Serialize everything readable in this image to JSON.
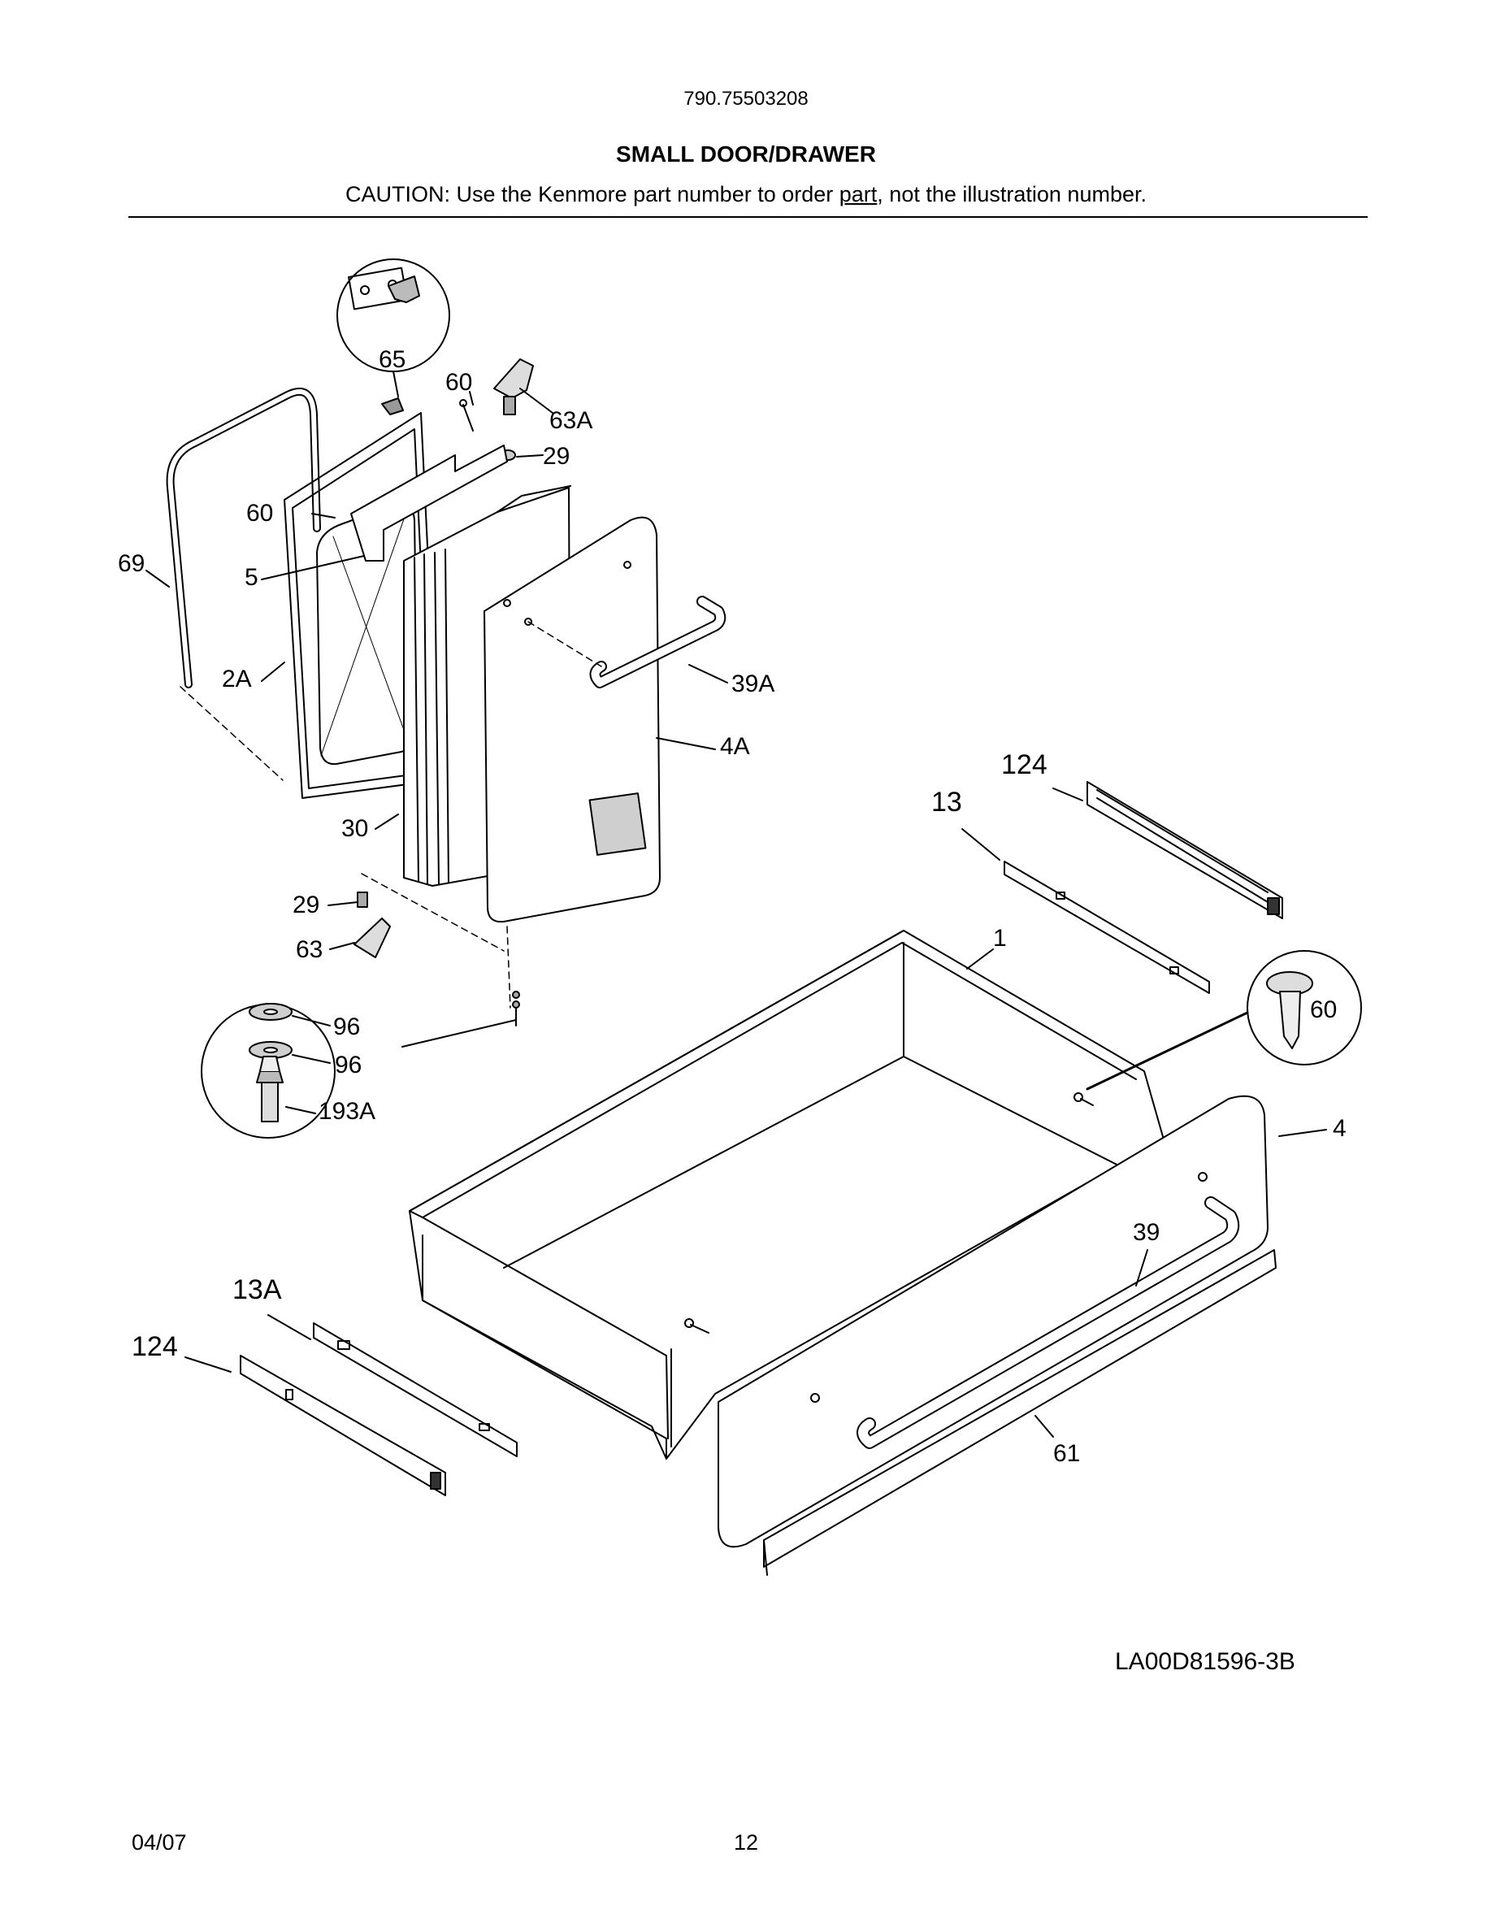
{
  "header": {
    "model_number": "790.75503208",
    "section_title": "SMALL DOOR/DRAWER",
    "caution_prefix": "CAUTION: Use the Kenmore part number to order ",
    "caution_link": "part",
    "caution_suffix": ", not the illustration number."
  },
  "callouts": [
    {
      "id": "65",
      "label": "65"
    },
    {
      "id": "60-top",
      "label": "60"
    },
    {
      "id": "63A",
      "label": "63A"
    },
    {
      "id": "29-top",
      "label": "29"
    },
    {
      "id": "60-left",
      "label": "60"
    },
    {
      "id": "69",
      "label": "69"
    },
    {
      "id": "5",
      "label": "5"
    },
    {
      "id": "2A",
      "label": "2A"
    },
    {
      "id": "39A",
      "label": "39A"
    },
    {
      "id": "4A",
      "label": "4A"
    },
    {
      "id": "30",
      "label": "30"
    },
    {
      "id": "29-bottom",
      "label": "29"
    },
    {
      "id": "63",
      "label": "63"
    },
    {
      "id": "96-a",
      "label": "96"
    },
    {
      "id": "96-b",
      "label": "96"
    },
    {
      "id": "193A",
      "label": "193A"
    },
    {
      "id": "124-right",
      "label": "124"
    },
    {
      "id": "13",
      "label": "13"
    },
    {
      "id": "1",
      "label": "1"
    },
    {
      "id": "60-right",
      "label": "60"
    },
    {
      "id": "4",
      "label": "4"
    },
    {
      "id": "39",
      "label": "39"
    },
    {
      "id": "13A",
      "label": "13A"
    },
    {
      "id": "124-left",
      "label": "124"
    },
    {
      "id": "61",
      "label": "61"
    }
  ],
  "footer": {
    "drawing_id": "LA00D81596-3B",
    "date": "04/07",
    "page_number": "12"
  }
}
